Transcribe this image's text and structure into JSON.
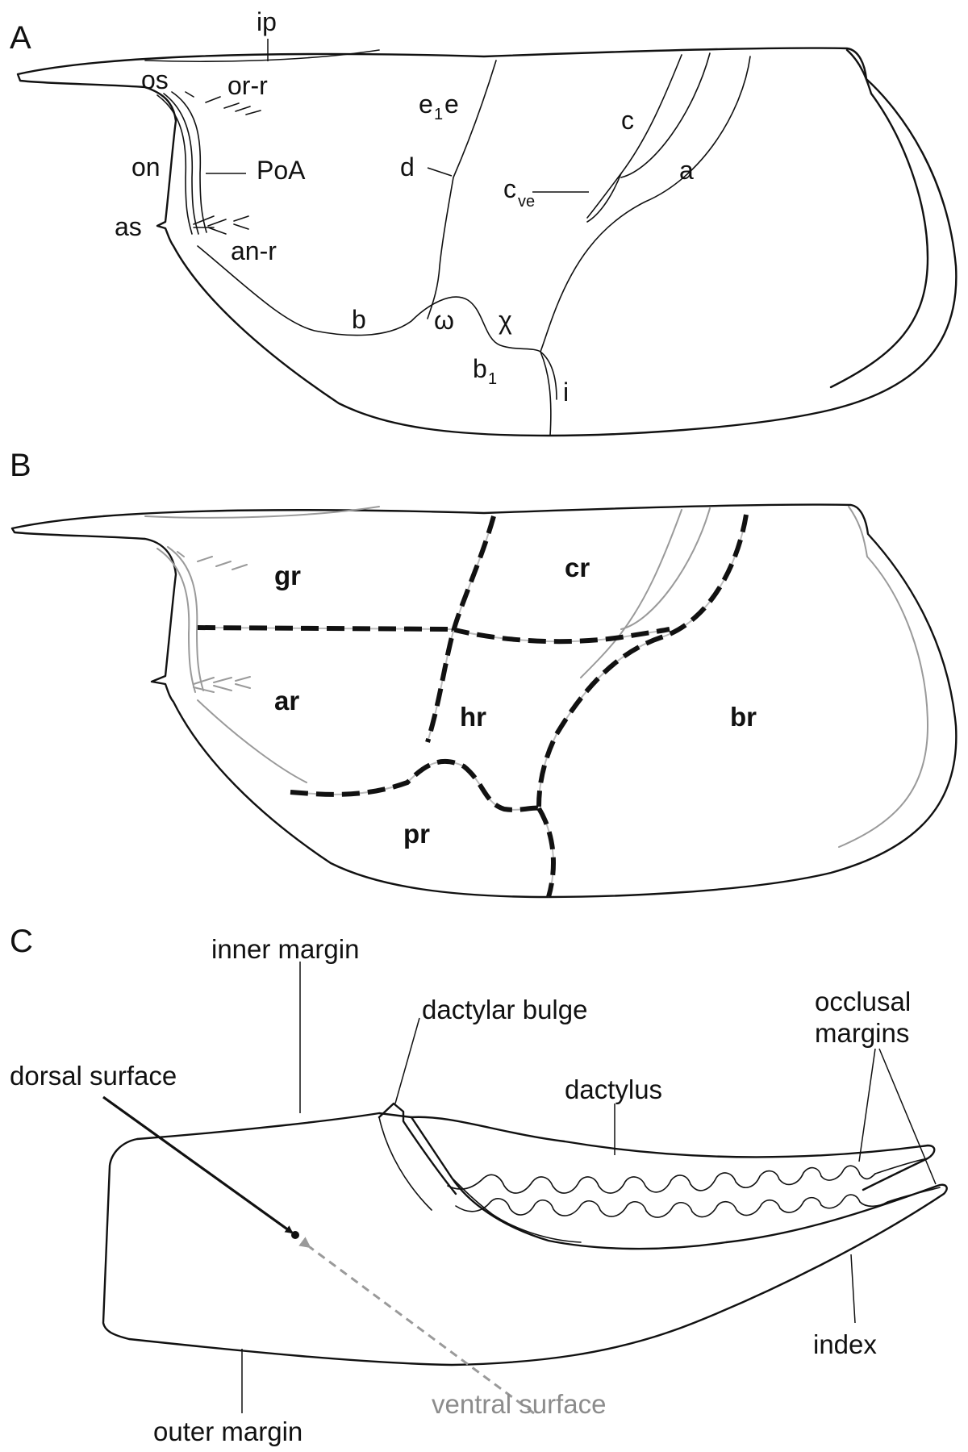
{
  "panels": {
    "A": {
      "letter": "A",
      "labels": {
        "ip": "ip",
        "os": "os",
        "or_r": "or-r",
        "on": "on",
        "PoA": "PoA",
        "as": "as",
        "an_r": "an-r",
        "e1": "e",
        "e1_sub": "1",
        "e": "e",
        "d": "d",
        "c": "c",
        "c_ve": "c",
        "c_ve_sub": "ve",
        "a": "a",
        "b": "b",
        "omega": "ω",
        "chi": "χ",
        "b1": "b",
        "b1_sub": "1",
        "i": "i"
      }
    },
    "B": {
      "letter": "B",
      "regions": {
        "gr": "gr",
        "cr": "cr",
        "ar": "ar",
        "hr": "hr",
        "br": "br",
        "pr": "pr"
      }
    },
    "C": {
      "letter": "C",
      "labels": {
        "inner_margin": "inner margin",
        "dactylar_bulge": "dactylar bulge",
        "dorsal_surface": "dorsal surface",
        "dactylus": "dactylus",
        "occlusal_line1": "occlusal",
        "occlusal_line2": "margins",
        "index": "index",
        "outer_margin": "outer margin",
        "ventral_surface": "ventral surface"
      }
    }
  },
  "colors": {
    "ink": "#111111",
    "grey_line": "#9a9a9a",
    "ventral_grey": "#8c8c8c"
  }
}
